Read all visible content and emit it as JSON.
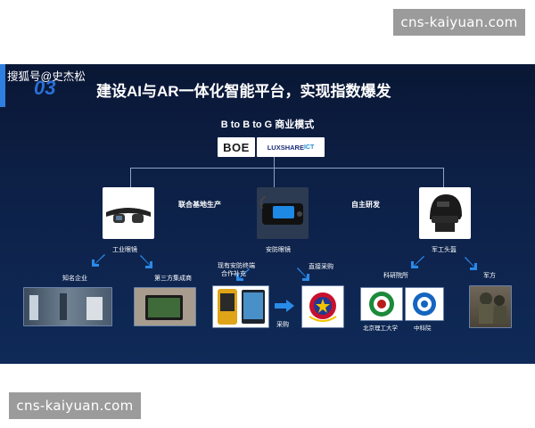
{
  "watermarks": {
    "top": "cns-kaiyuan.com",
    "bottom": "cns-kaiyuan.com"
  },
  "slide": {
    "source": "搜狐号@史杰松",
    "number": "03",
    "title": "建设AI与AR一体化智能平台，实现指数爆发",
    "subtitle": "B to B to G 商业模式",
    "logos": {
      "boe": "BOE",
      "luxshare": "LUXSHARE",
      "luxshare_suffix": "ICT"
    },
    "mid_labels": {
      "left": "联合基地生产",
      "right": "自主研发"
    },
    "products": [
      {
        "label": "工业眼镜"
      },
      {
        "label": "安防眼镜"
      },
      {
        "label": "军工头盔"
      }
    ],
    "branch_labels": {
      "famous_company": "知名企业",
      "third_party": "第三方集成商",
      "police_line1": "现有安防终端",
      "police_line2": "合作补充",
      "direct_purchase": "直接采购",
      "purchase": "采购",
      "research": "科研院所",
      "military": "军方"
    },
    "institutions": {
      "bit": "北京理工大学",
      "cas": "中科院"
    },
    "colors": {
      "accent": "#2f7fe0",
      "slide_bg": "#0d2148",
      "arrow": "#2a8ae8"
    }
  }
}
